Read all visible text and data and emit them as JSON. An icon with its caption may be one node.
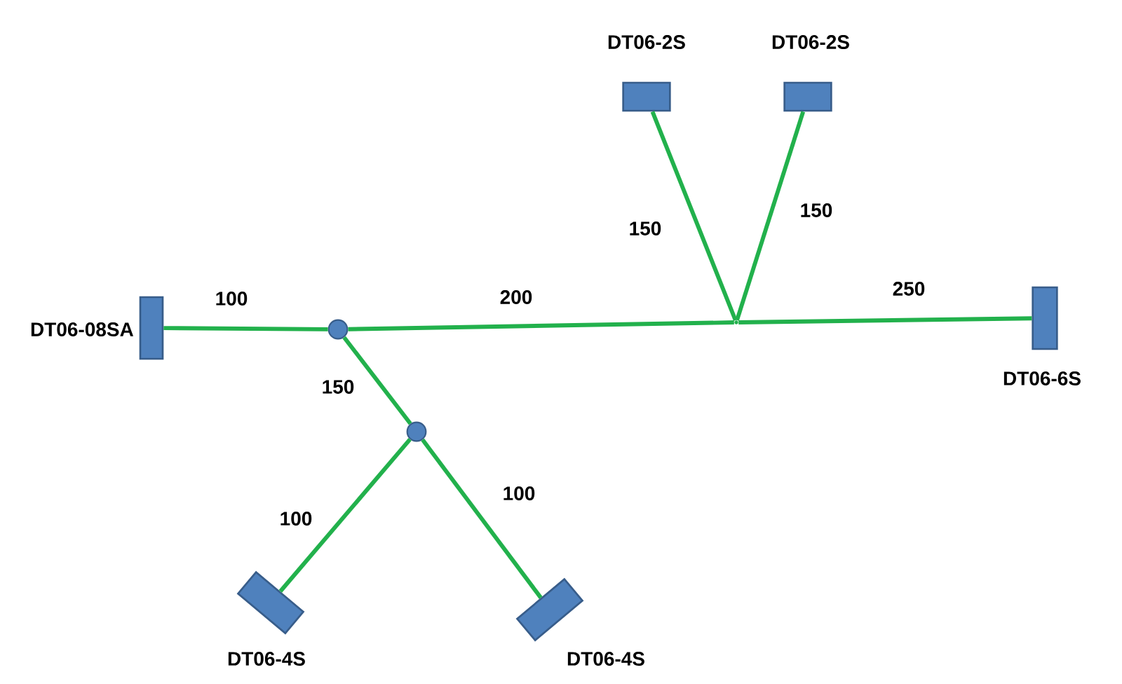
{
  "diagram": {
    "nodes": [
      {
        "text": [
          "DT06-08SA"
        ]
      },
      {
        "text": [],
        "shape": "circle"
      },
      {
        "text": [],
        "shape": "circle"
      },
      {
        "text": [
          "DT06-4S"
        ]
      },
      {
        "text": [
          "DT06-4S"
        ]
      },
      {
        "text": [],
        "shape": "point"
      },
      {
        "text": [
          "DT06-2S"
        ]
      },
      {
        "text": [
          "DT06-2S"
        ]
      },
      {
        "text": [
          "DT06-6S"
        ]
      }
    ],
    "edges": [
      {
        "from": 0,
        "to": 1,
        "arrow": "none",
        "label": "100"
      },
      {
        "from": 1,
        "to": 5,
        "arrow": "none",
        "label": "200"
      },
      {
        "from": 5,
        "to": 8,
        "arrow": "none",
        "label": "250"
      },
      {
        "from": 6,
        "to": 5,
        "arrow": "none",
        "label": "150"
      },
      {
        "from": 7,
        "to": 5,
        "arrow": "none",
        "label": "150"
      },
      {
        "from": 1,
        "to": 2,
        "arrow": "none",
        "label": "150"
      },
      {
        "from": 2,
        "to": 3,
        "arrow": "none",
        "label": "100"
      },
      {
        "from": 2,
        "to": 4,
        "arrow": "none",
        "label": "100"
      }
    ]
  }
}
